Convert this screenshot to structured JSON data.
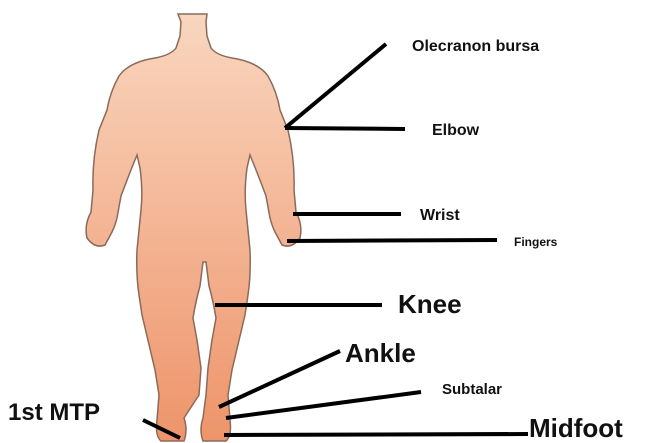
{
  "diagram": {
    "labels": {
      "olecranon_bursa": "Olecranon bursa",
      "elbow": "Elbow",
      "wrist": "Wrist",
      "fingers": "Fingers",
      "knee": "Knee",
      "ankle": "Ankle",
      "subtalar": "Subtalar",
      "midfoot": "Midfoot",
      "first_mtp": "1st MTP"
    },
    "colors": {
      "body_fill_top": "#f9d6bf",
      "body_fill_bottom": "#ee946a",
      "body_outline": "#8a6a5a",
      "line_color": "#000000",
      "text_color": "#111111"
    }
  }
}
